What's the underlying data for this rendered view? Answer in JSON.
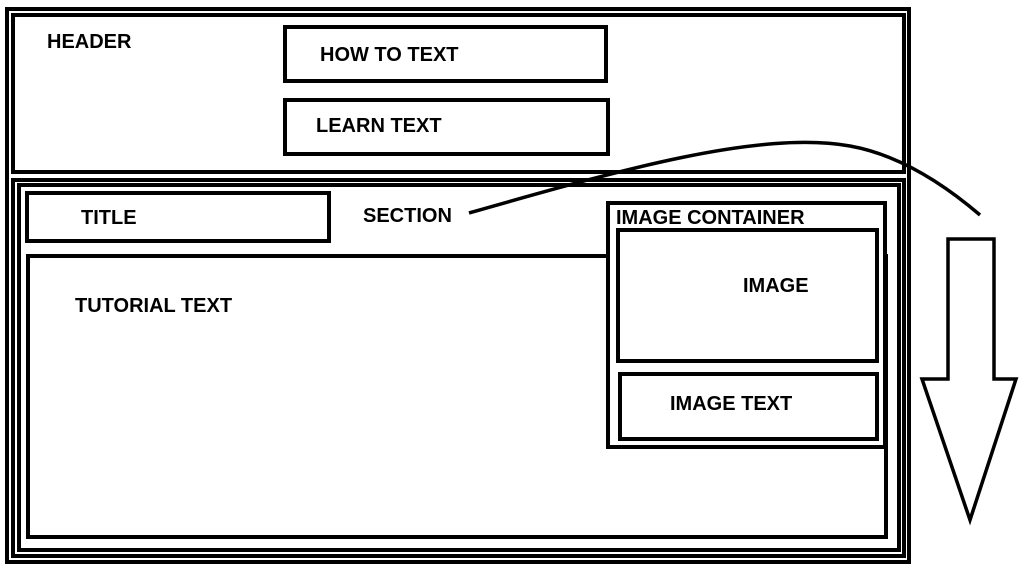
{
  "wireframe": {
    "header": {
      "label": "HEADER",
      "how_to_text": "HOW TO TEXT",
      "learn_text": "LEARN TEXT"
    },
    "section": {
      "label": "SECTION",
      "title": "TITLE",
      "tutorial_text": "TUTORIAL TEXT",
      "image_container": {
        "label": "IMAGE CONTAINER",
        "image": "IMAGE",
        "image_text": "IMAGE TEXT"
      }
    }
  }
}
